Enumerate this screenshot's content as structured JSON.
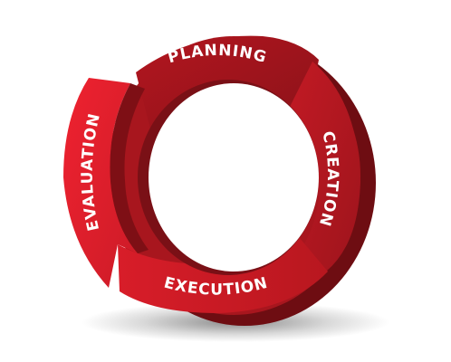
{
  "diagram": {
    "type": "cycle",
    "colors": {
      "background": "#ffffff",
      "ring_side": "#6e0d12",
      "ring_dark": "#8e141b",
      "ring_mid": "#a8161e",
      "ring_bright": "#e21f2b",
      "label": "#ffffff"
    },
    "segments": [
      {
        "label": "PLANNING"
      },
      {
        "label": "CREATION"
      },
      {
        "label": "EXECUTION"
      },
      {
        "label": "EVALUATION"
      }
    ]
  }
}
